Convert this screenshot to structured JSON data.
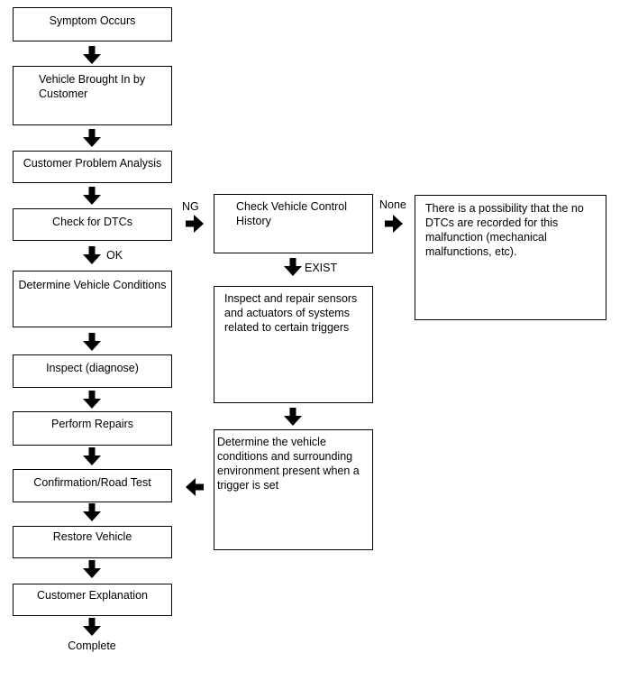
{
  "flow": {
    "symptom_occurs": "Symptom Occurs",
    "vehicle_brought_in": "Vehicle Brought In by Customer",
    "customer_problem_analysis": "Customer Problem Analysis",
    "check_for_dtcs": "Check for DTCs",
    "determine_vehicle_conditions": "Determine Vehicle Conditions",
    "inspect_diagnose": "Inspect (diagnose)",
    "perform_repairs": "Perform Repairs",
    "confirmation_road_test": "Confirmation/Road Test",
    "restore_vehicle": "Restore Vehicle",
    "customer_explanation": "Customer Explanation",
    "complete": "Complete"
  },
  "branch": {
    "check_vehicle_control_history": "Check Vehicle Control History",
    "inspect_and_repair": "Inspect and repair sensors and actuators of systems related to certain triggers",
    "determine_environment": "Determine the vehicle conditions and surrounding environment present when a trigger is set",
    "no_dtc_possibility": "There is a possibility that the no DTCs are recorded for this malfunction (mechanical malfunctions, etc)."
  },
  "labels": {
    "ok": "OK",
    "ng": "NG",
    "none": "None",
    "exist": "EXIST"
  }
}
